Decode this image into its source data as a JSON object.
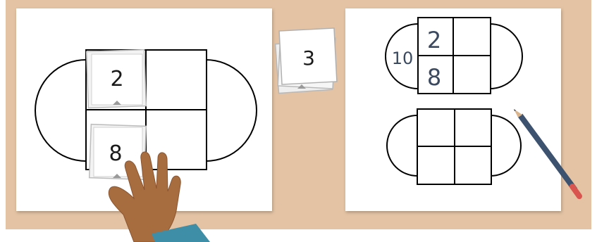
{
  "left_board": {
    "card_top": "2",
    "card_bottom": "8"
  },
  "deck": {
    "top_card": "3"
  },
  "right_board": {
    "diagram_top": {
      "whole": "10",
      "part_top": "2",
      "part_bottom": "8"
    }
  },
  "colors": {
    "table": "#e3c3a3",
    "paper": "#ffffff",
    "outline": "#000000",
    "skin": "#a86d3f",
    "sleeve": "#3e8ea8",
    "pencil_body": "#3c526e",
    "pencil_eraser": "#d9534f"
  }
}
